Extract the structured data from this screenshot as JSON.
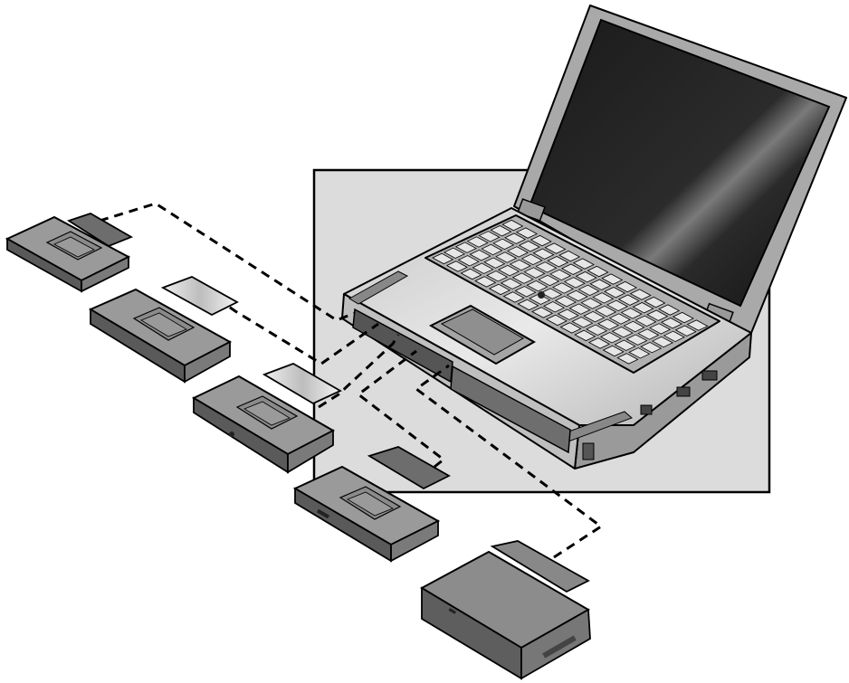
{
  "diagram": {
    "modules": [
      {
        "id": "module-1",
        "type": "drive"
      },
      {
        "id": "module-2",
        "type": "drive"
      },
      {
        "id": "module-3",
        "type": "drive"
      },
      {
        "id": "module-4",
        "type": "drive"
      },
      {
        "id": "module-5",
        "type": "battery"
      }
    ],
    "target": "laptop-module-bay",
    "connector_style": "dashed"
  }
}
